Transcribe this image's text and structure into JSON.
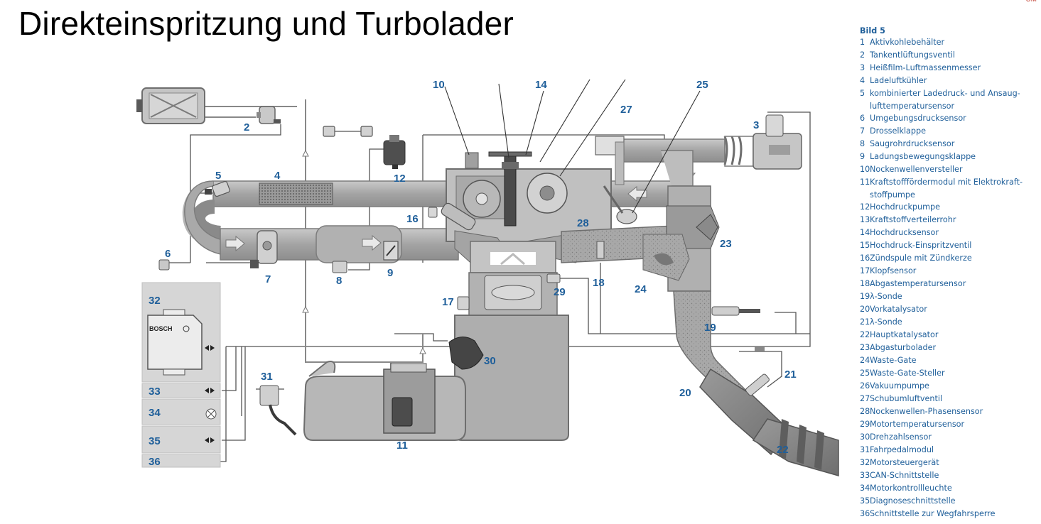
{
  "title": "Direkteinspritzung und Turbolader",
  "corner_mark": "UM",
  "legend": {
    "heading": "Bild 5",
    "items": [
      {
        "num": "1",
        "text": "Aktivkohlebehälter"
      },
      {
        "num": "2",
        "text": "Tankentlüftungsventil"
      },
      {
        "num": "3",
        "text": "Heißfilm-Luftmassenmesser"
      },
      {
        "num": "4",
        "text": "Ladeluftkühler"
      },
      {
        "num": "5",
        "text": "kombinierter Ladedruck- und Ansaug-lufttemperatursensor"
      },
      {
        "num": "6",
        "text": "Umgebungsdrucksensor"
      },
      {
        "num": "7",
        "text": "Drosselklappe"
      },
      {
        "num": "8",
        "text": "Saugrohrdrucksensor"
      },
      {
        "num": "9",
        "text": "Ladungsbewegungsklappe"
      },
      {
        "num": "10",
        "text": "Nockenwellenversteller"
      },
      {
        "num": "11",
        "text": "Kraftstofffördermodul mit Elektrokraft-stoffpumpe"
      },
      {
        "num": "12",
        "text": "Hochdruckpumpe"
      },
      {
        "num": "13",
        "text": "Kraftstoffverteilerrohr"
      },
      {
        "num": "14",
        "text": "Hochdrucksensor"
      },
      {
        "num": "15",
        "text": "Hochdruck-Einspritzventil"
      },
      {
        "num": "16",
        "text": "Zündspule mit Zündkerze"
      },
      {
        "num": "17",
        "text": "Klopfsensor"
      },
      {
        "num": "18",
        "text": "Abgastemperatursensor"
      },
      {
        "num": "19",
        "text": "λ-Sonde"
      },
      {
        "num": "20",
        "text": "Vorkatalysator"
      },
      {
        "num": "21",
        "text": "λ-Sonde"
      },
      {
        "num": "22",
        "text": "Hauptkatalysator"
      },
      {
        "num": "23",
        "text": "Abgasturbolader"
      },
      {
        "num": "24",
        "text": "Waste-Gate"
      },
      {
        "num": "25",
        "text": "Waste-Gate-Steller"
      },
      {
        "num": "26",
        "text": "Vakuumpumpe"
      },
      {
        "num": "27",
        "text": "Schubumluftventil"
      },
      {
        "num": "28",
        "text": "Nockenwellen-Phasensensor"
      },
      {
        "num": "29",
        "text": "Motortemperatursensor"
      },
      {
        "num": "30",
        "text": "Drehzahlsensor"
      },
      {
        "num": "31",
        "text": "Fahrpedalmodul"
      },
      {
        "num": "32",
        "text": "Motorsteuergerät"
      },
      {
        "num": "33",
        "text": "CAN-Schnittstelle"
      },
      {
        "num": "34",
        "text": "Motorkontrollleuchte"
      },
      {
        "num": "35",
        "text": "Diagnoseschnittstelle"
      },
      {
        "num": "36",
        "text": "Schnittstelle zur Wegfahrsperre"
      }
    ]
  },
  "diagram": {
    "brand": "BOSCH",
    "labels": {
      "l2": "2",
      "l3": "3",
      "l4": "4",
      "l5": "5",
      "l6": "6",
      "l7": "7",
      "l8": "8",
      "l9": "9",
      "l10": "10",
      "l11": "11",
      "l12": "12",
      "l14": "14",
      "l16": "16",
      "l17": "17",
      "l18": "18",
      "l19": "19",
      "l20": "20",
      "l21": "21",
      "l22": "22",
      "l23": "23",
      "l24": "24",
      "l25": "25",
      "l27": "27",
      "l28": "28",
      "l29": "29",
      "l30": "30",
      "l31": "31",
      "l32": "32",
      "l33": "33",
      "l34": "34",
      "l35": "35",
      "l36": "36"
    }
  },
  "colors": {
    "label": "#1f5f9a",
    "pipe": "#a9a9a9",
    "pipe_dark": "#7a7a7a",
    "engine": "#b7b7b7",
    "ecu_panel": "#d6d6d6",
    "line": "#555555"
  }
}
